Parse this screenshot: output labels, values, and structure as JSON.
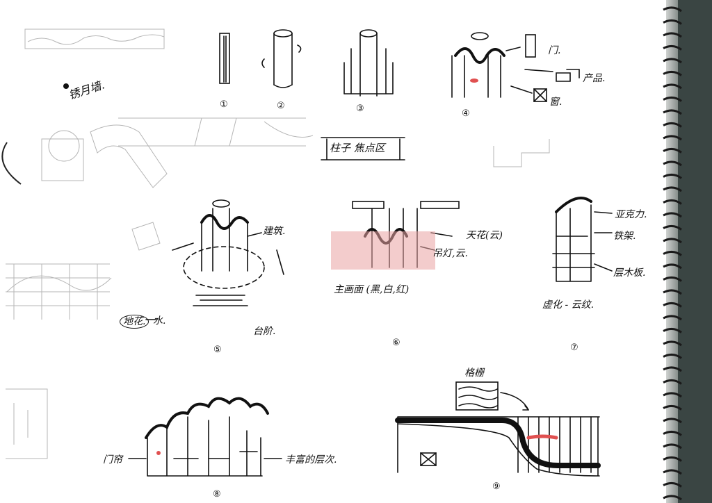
{
  "sketchbook": {
    "binding_color": "#2b3432",
    "ink_color": "#111111",
    "pencil_color": "#9a9a9a",
    "accent_red": "#e08080"
  },
  "labels": {
    "top_left_note": "锈月墙.",
    "sketch4_door": "门.",
    "sketch4_product": "产品.",
    "sketch4_window": "窗.",
    "section_title": "柱子 焦点区",
    "sketch5_building": "建筑.",
    "sketch5_ground": "地花.",
    "sketch5_water": "水.",
    "sketch5_stairs": "台阶.",
    "sketch6_ceiling": "天花(云)",
    "sketch6_lamp": "吊灯,云.",
    "sketch6_wall": "主画面 (黑,白,红)",
    "sketch7_acrylic": "亚克力.",
    "sketch7_frame": "铁架.",
    "sketch7_wood": "层木板.",
    "sketch7_note": "虚化 - 云纹.",
    "sketch8_left": "门帘",
    "sketch8_right": "丰富的层次.",
    "sketch9_grille": "格栅"
  },
  "numbers": [
    "①",
    "②",
    "③",
    "④",
    "⑤",
    "⑥",
    "⑦",
    "⑧",
    "⑨"
  ]
}
